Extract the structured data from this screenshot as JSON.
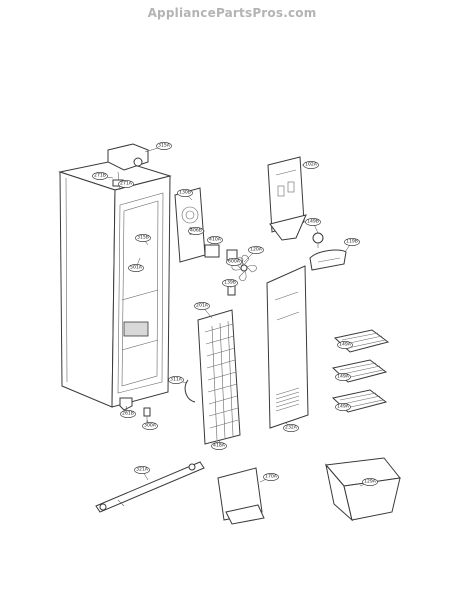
{
  "header": {
    "site": "AppliancePartsPros.com"
  },
  "callouts": [
    {
      "id": "c-315a",
      "text": "315A"
    },
    {
      "id": "c-271b",
      "text": "271B"
    },
    {
      "id": "c-271a",
      "text": "271A"
    },
    {
      "id": "c-130b",
      "text": "130B"
    },
    {
      "id": "c-315b",
      "text": "315B"
    },
    {
      "id": "c-102a",
      "text": "102A"
    },
    {
      "id": "c-501a",
      "text": "501A"
    },
    {
      "id": "c-406b",
      "text": "406B"
    },
    {
      "id": "c-410a",
      "text": "410A"
    },
    {
      "id": "c-120a",
      "text": "120A"
    },
    {
      "id": "c-600a",
      "text": "600A"
    },
    {
      "id": "c-149b",
      "text": "149B"
    },
    {
      "id": "c-119b",
      "text": "119B"
    },
    {
      "id": "c-139b",
      "text": "139B"
    },
    {
      "id": "c-201a",
      "text": "201A"
    },
    {
      "id": "c-311a",
      "text": "311A"
    },
    {
      "id": "c-232a",
      "text": "232A"
    },
    {
      "id": "c-149a-1",
      "text": "149A"
    },
    {
      "id": "c-149a-2",
      "text": "149A"
    },
    {
      "id": "c-149a-3",
      "text": "149A"
    },
    {
      "id": "c-418a",
      "text": "418A"
    },
    {
      "id": "c-261b",
      "text": "261B"
    },
    {
      "id": "c-300a",
      "text": "300A"
    },
    {
      "id": "c-321a",
      "text": "321A"
    },
    {
      "id": "c-170a",
      "text": "170A"
    },
    {
      "id": "c-129a",
      "text": "129A"
    }
  ]
}
